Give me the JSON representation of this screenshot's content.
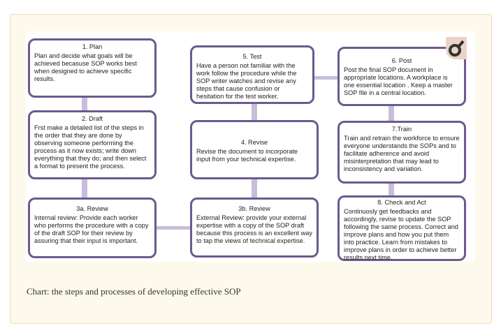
{
  "steps": [
    {
      "title": "1. Plan",
      "text": "Plan and decide what goals will be achieved becasuse SOP works best when designed to achieve specific results."
    },
    {
      "title": "2. Draft",
      "text": "Frst make a detailed list of the steps in the order that they are done by observing someone performing the process as it now exists; write down everything that they do; and then select a format to present the process."
    },
    {
      "title": "3a.  Review",
      "text": "Internal review: Provide each worker who performs the procedure with a copy of the draft SOP for their review by assuring that their input is important."
    },
    {
      "title": "3b. Review",
      "text": "External Review: provide your external expertise with a copy of the SOP draft because this process is an excellent way to tap the views of technical expertise."
    },
    {
      "title": "4. Revise",
      "text": "Revise the document to incorporate input from your technical expertise."
    },
    {
      "title": "5. Test",
      "text": "Have a person not familiar with the work follow the procedure while the SOP writer watches and revise any steps that cause confusion or hesitation for the test worker."
    },
    {
      "title": "6.  Post",
      "text": "Post the final SOP document in appropriate locations. A workplace is one essential location .  Keep a master SOP file  in a central location."
    },
    {
      "title": "7.Train",
      "text": "Train  and  retrain  the workforce to ensure everyone understands the SOPs and  to facilitate  adherence and avoid misinterpretation that may lead to inconsistency  and variation."
    },
    {
      "title": "8.  Check and Act",
      "text": "Continuosly get feedbacks and accordingly, revise to  update the SOP following the same process. Correct and improve plans and how you put them into practice. Learn from mistakes to improve plans in order to achieve better results next time."
    }
  ],
  "caption": "Chart: the steps and processes of developing effective SOP"
}
